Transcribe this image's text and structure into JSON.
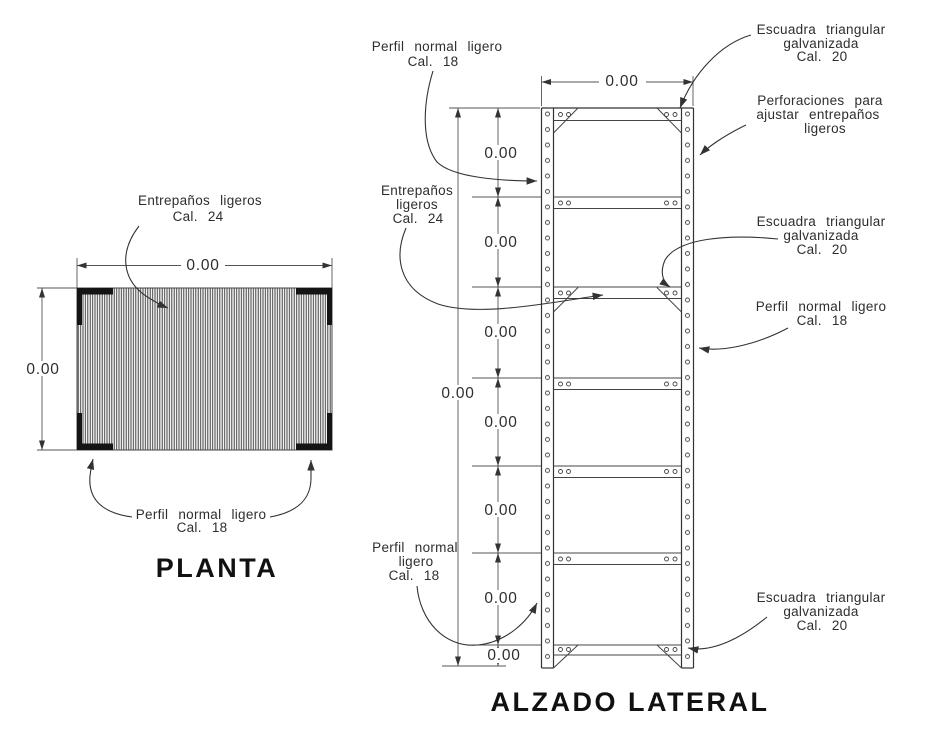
{
  "planta": {
    "title": "PLANTA",
    "width_dim": "0.00",
    "depth_dim": "0.00",
    "shelf_label": [
      "Entrepaños ligeros",
      "Cal. 24"
    ],
    "post_label": [
      "Perfil normal ligero",
      "Cal. 18"
    ]
  },
  "alzado": {
    "title": "ALZADO LATERAL",
    "width_dim": "0.00",
    "total_height_dim": "0.00",
    "bay_dims": [
      "0.00",
      "0.00",
      "0.00",
      "0.00",
      "0.00",
      "0.00",
      "0.00"
    ],
    "post_top_left_label": [
      "Perfil normal ligero",
      "Cal. 18"
    ],
    "shelf_left_label": [
      "Entrepaños",
      "ligeros",
      "Cal. 24"
    ],
    "post_bottom_left_label": [
      "Perfil normal",
      "ligero",
      "Cal. 18"
    ],
    "bracket_top_right_label": [
      "Escuadra triangular",
      "galvanizada",
      "Cal. 20"
    ],
    "perforations_label": [
      "Perforaciones para",
      "ajustar entrepaños",
      "ligeros"
    ],
    "bracket_mid_right_label": [
      "Escuadra triangular",
      "galvanizada",
      "Cal. 20"
    ],
    "post_right_label": [
      "Perfil normal ligero",
      "Cal. 18"
    ],
    "bracket_bottom_right_label": [
      "Escuadra triangular",
      "galvanizada",
      "Cal. 20"
    ]
  },
  "colors": {
    "line": "#444444",
    "text": "#2e2e2e",
    "title": "#111111"
  }
}
